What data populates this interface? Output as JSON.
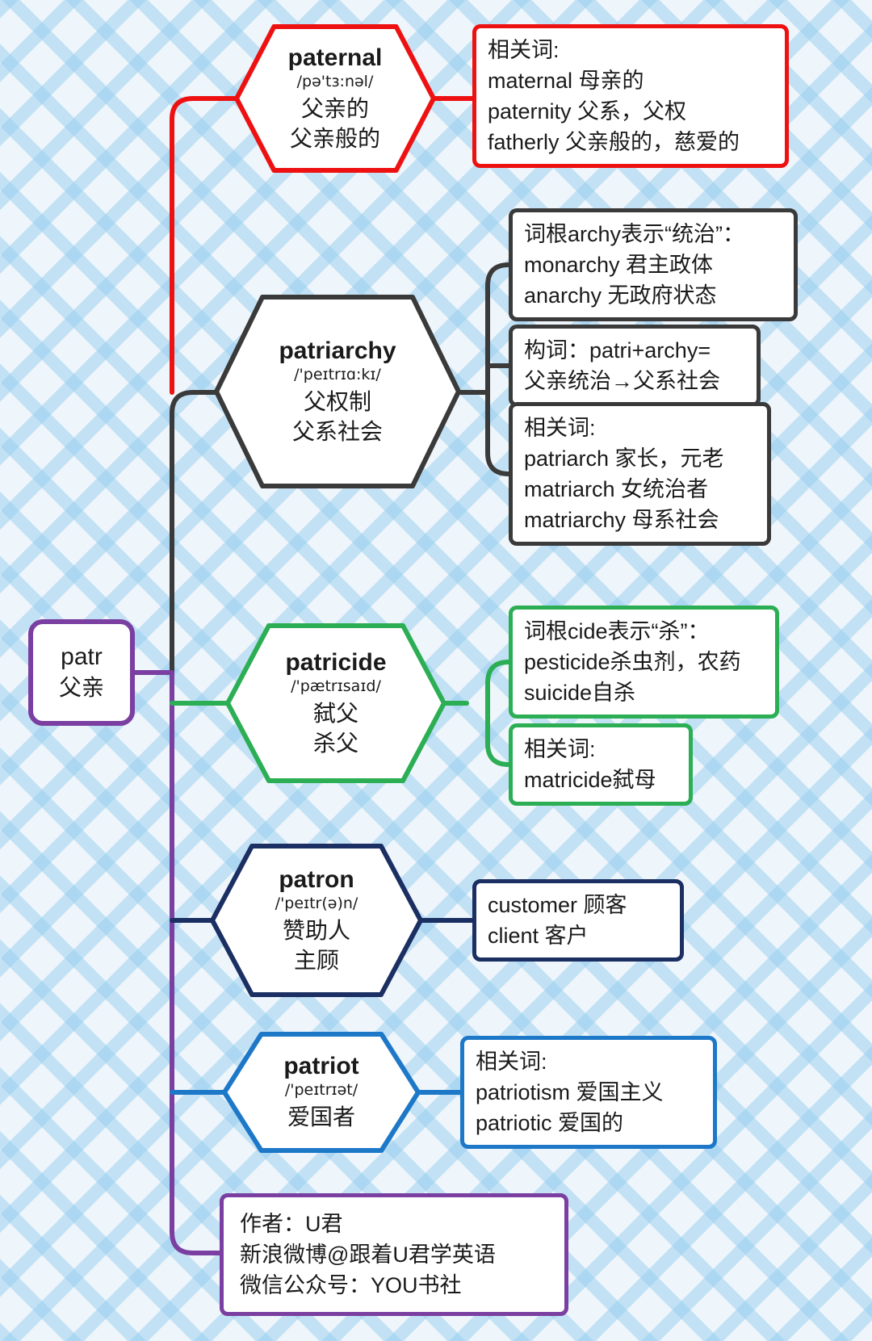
{
  "colors": {
    "red": "#ee1111",
    "dark": "#3a3a3a",
    "green": "#2cae54",
    "navy": "#1b2f63",
    "blue": "#1d78c8",
    "purple": "#7a3fa0"
  },
  "root": {
    "word": "patr",
    "meaning": "父亲"
  },
  "branches": [
    {
      "word": "paternal",
      "phonetic": "/pə'tɜ:nəl/",
      "meanings": [
        "父亲的",
        "父亲般的"
      ],
      "boxes": [
        {
          "lines": [
            "相关词:",
            "maternal 母亲的",
            "paternity 父系，父权",
            "fatherly 父亲般的，慈爱的"
          ]
        }
      ]
    },
    {
      "word": "patriarchy",
      "phonetic": "/'peɪtrɪɑ:kɪ/",
      "meanings": [
        "父权制",
        "父系社会"
      ],
      "boxes": [
        {
          "lines": [
            "词根archy表示“统治”：",
            "monarchy 君主政体",
            "anarchy 无政府状态"
          ]
        },
        {
          "lines": [
            "构词：patri+archy=",
            "父亲统治→父系社会"
          ]
        },
        {
          "lines": [
            "相关词:",
            "patriarch 家长，元老",
            "matriarch 女统治者",
            "matriarchy 母系社会"
          ]
        }
      ]
    },
    {
      "word": "patricide",
      "phonetic": "/'pætrɪsaɪd/",
      "meanings": [
        "弑父",
        "杀父"
      ],
      "boxes": [
        {
          "lines": [
            "词根cide表示“杀”：",
            "pesticide杀虫剂，农药",
            "suicide自杀"
          ]
        },
        {
          "lines": [
            "相关词:",
            "matricide弑母"
          ]
        }
      ]
    },
    {
      "word": "patron",
      "phonetic": "/'peɪtr(ə)n/",
      "meanings": [
        "赞助人",
        "主顾"
      ],
      "boxes": [
        {
          "lines": [
            "customer 顾客",
            "client 客户"
          ]
        }
      ]
    },
    {
      "word": "patriot",
      "phonetic": "/'peɪtrɪət/",
      "meanings": [
        "爱国者"
      ],
      "boxes": [
        {
          "lines": [
            "相关词:",
            "patriotism 爱国主义",
            "patriotic 爱国的"
          ]
        }
      ]
    }
  ],
  "footer": {
    "lines": [
      "作者：U君",
      "新浪微博@跟着U君学英语",
      "微信公众号：YOU书社"
    ]
  }
}
